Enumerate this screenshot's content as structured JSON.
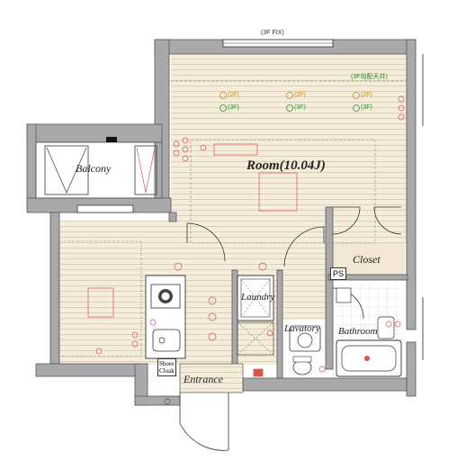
{
  "labels": {
    "fix_window": "(3F FIX)",
    "sloped_ceiling": "(3F勾配天井)",
    "ceiling_2f": "(2F)",
    "ceiling_3f": "(3F)",
    "balcony": "Balcony",
    "room": "Room(10.04J)",
    "closet": "Closet",
    "ps": "PS",
    "laundry": "Laundry",
    "lavatory": "Lavatory",
    "bathroom": "Bathroom",
    "shoes_cloak_line1": "Shoes",
    "shoes_cloak_line2": "Cloak",
    "entrance": "Entrance"
  },
  "colors": {
    "wall": "#a9a9a9",
    "floor_wood": "#f4ebd9",
    "floor_line": "#d9c9a8",
    "electrical": "#d9534f",
    "ceiling_green": "#3a8a3a"
  }
}
